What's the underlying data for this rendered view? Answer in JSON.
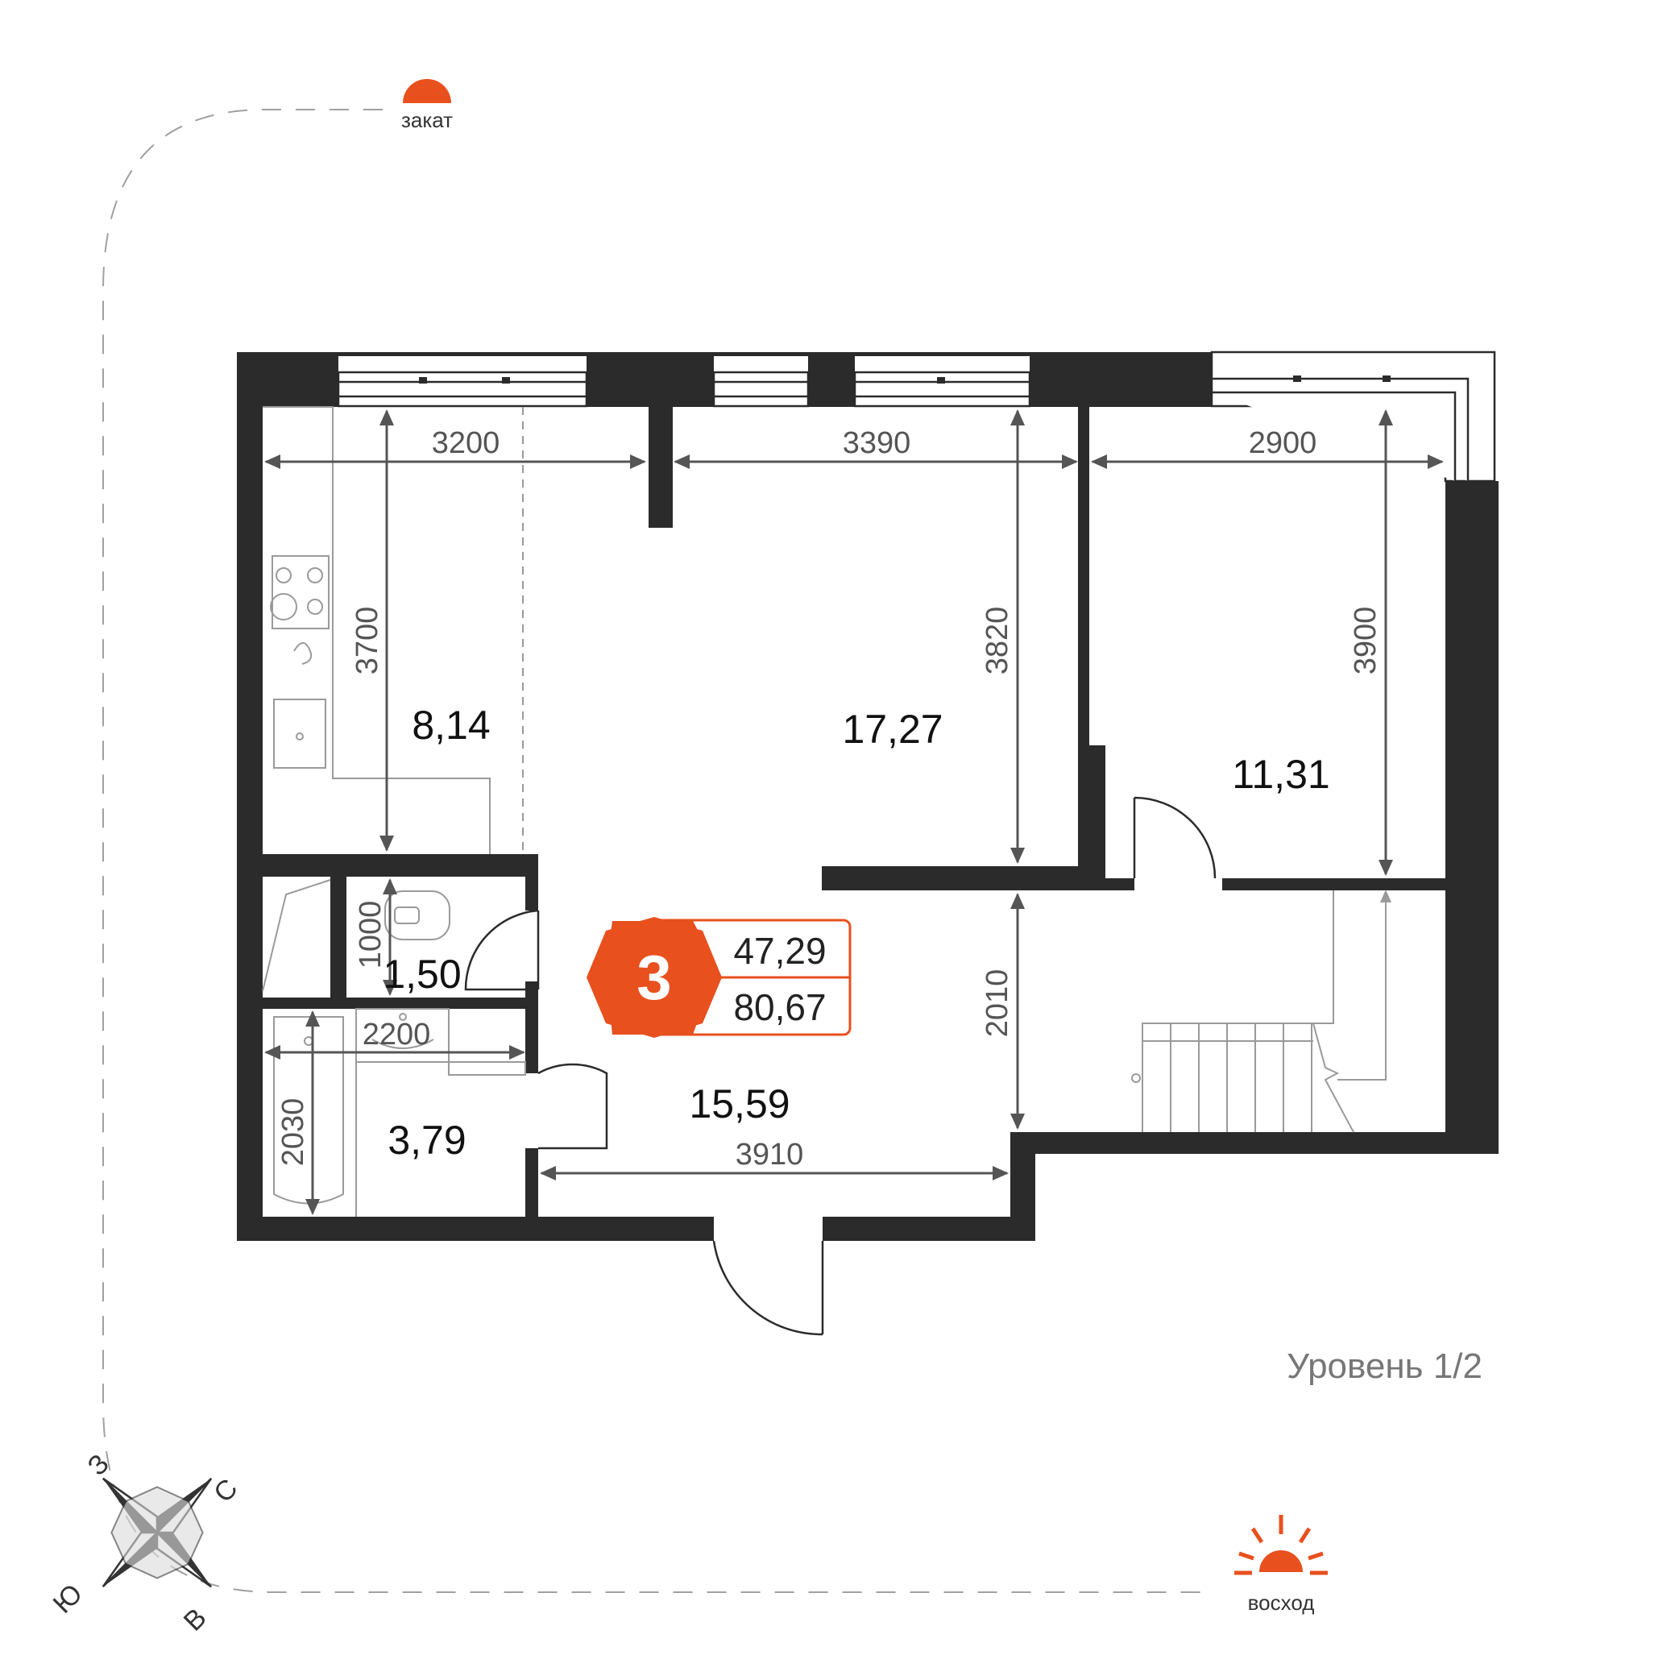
{
  "sun": {
    "sunset_label": "закат",
    "sunrise_label": "восход"
  },
  "compass": {
    "north": "С",
    "south": "Ю",
    "east": "В",
    "west": "З"
  },
  "level_label": "Уровень 1/2",
  "apartment": {
    "rooms_count": "3",
    "living_area": "47,29",
    "total_area": "80,67",
    "accent_color": "#E8501E"
  },
  "rooms": {
    "kitchen_area": "8,14",
    "living_room_area": "17,27",
    "bedroom_area": "11,31",
    "toilet_area": "1,50",
    "bathroom_area": "3,79",
    "hall_area": "15,59"
  },
  "dimensions": {
    "kitchen_width": "3200",
    "kitchen_depth": "3700",
    "living_width": "3390",
    "living_depth": "3820",
    "bedroom_width": "2900",
    "bedroom_depth": "3900",
    "toilet_depth": "1000",
    "bath_width": "2200",
    "bath_depth": "2030",
    "hall_depth": "2010",
    "hall_width": "3910"
  }
}
